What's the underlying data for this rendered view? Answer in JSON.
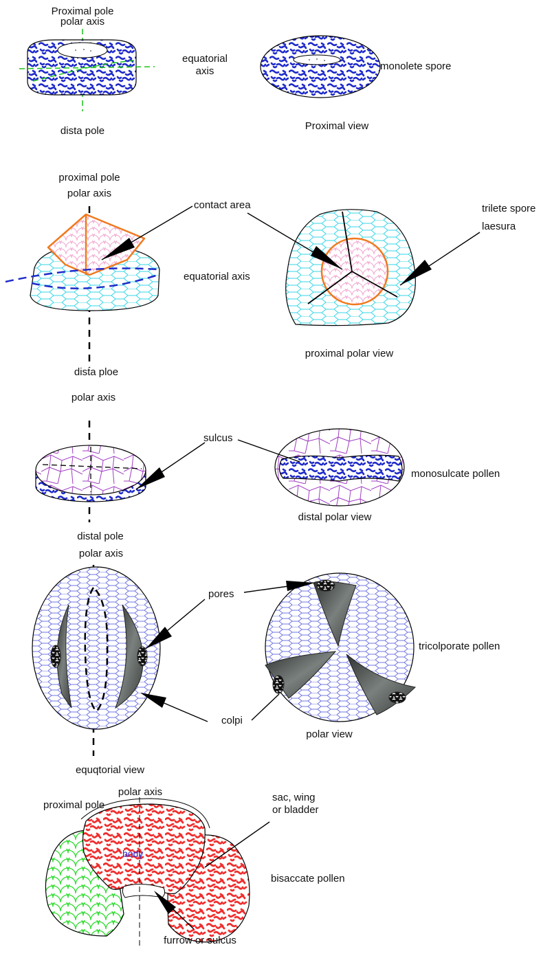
{
  "colors": {
    "blue_texture": "#1f2bc9",
    "green_axis": "#19c319",
    "cyan_mesh": "#33d6e6",
    "orange_outline": "#f07a1e",
    "pink_scales": "#f2a6cf",
    "purple_mesh": "#a03bc2",
    "slate_mesh": "#6f74e0",
    "red_texture": "#ef2f2f",
    "green_scales": "#2fdc2f",
    "aperture_grey": "#5b5f5d"
  },
  "labels": {
    "proximal_pole_1": "Proximal pole",
    "polar_axis_1": "polar axis",
    "equatorial_axis_1": "equatorial\naxis",
    "monolete_spore": "monolete spore",
    "dista_pole_1": "dista pole",
    "proximal_view": "Proximal view",
    "proximal_pole_2": "proximal pole",
    "polar_axis_2": "polar axis",
    "contact_area": "contact area",
    "trilete_spore": "trilete spore",
    "laesura": "laesura",
    "equatorial_axis_2": "equatorial axis",
    "proximal_polar_view": "proximal polar view",
    "dista_ploe": "dista ploe",
    "polar_axis_3": "polar axis",
    "sulcus": "sulcus",
    "monosulcate_pollen": "monosulcate pollen",
    "distal_polar_view": "distal polar view",
    "distal_pole": "distal pole",
    "polar_axis_4": "polar axis",
    "pores": "pores",
    "tricolporate_pollen": "tricolporate pollen",
    "colpi": "colpi",
    "polar_view": "polar view",
    "equqtorial_view": "equqtorial view",
    "polar_axis_5": "polar axis",
    "proximal_pole_3": "proximal pole",
    "sac_wing_bladder": "sac, wing\nor bladder",
    "body": "body",
    "bisaccate_pollen": "bisaccate pollen",
    "furrow_or_sulcus": "furrow or sulcus"
  },
  "icons": [
    "blob-texture",
    "scale-texture",
    "hex-mesh-texture",
    "polygon-mesh-texture",
    "arrow"
  ]
}
